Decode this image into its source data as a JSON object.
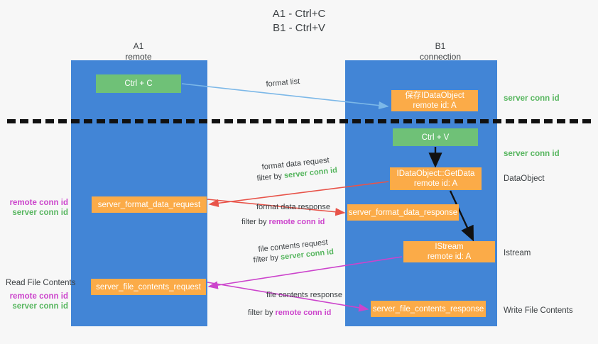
{
  "title": {
    "line1": "A1 - Ctrl+C",
    "line2": "B1 - Ctrl+V"
  },
  "columns": [
    {
      "name": "A1",
      "role": "remote"
    },
    {
      "name": "B1",
      "role": "connection"
    }
  ],
  "colors": {
    "lifeline_band": "#4285d6",
    "green_box": "#6fc177",
    "orange_box": "#fbab48",
    "server_conn_id": "#57b65f",
    "remote_conn_id": "#cc44cc",
    "arrow_blue": "#7cb8e8",
    "arrow_red": "#e8544a",
    "arrow_magenta": "#cc44cc",
    "arrow_black": "#111111",
    "background": "#f7f7f7"
  },
  "boxes": {
    "ctrl_c": {
      "line1": "Ctrl + C",
      "line2": ""
    },
    "save_dataobject": {
      "line1": "保存IDataObject",
      "line2": "remote id: A"
    },
    "ctrl_v": {
      "line1": "Ctrl + V",
      "line2": ""
    },
    "getdata": {
      "line1": "IDataObject::GetData",
      "line2": "remote id: A"
    },
    "server_format_data_request": {
      "line1": "server_format_data_request",
      "line2": ""
    },
    "server_format_data_response": {
      "line1": "server_format_data_response",
      "line2": ""
    },
    "istream": {
      "line1": "IStream",
      "line2": "remote id: A"
    },
    "server_file_contents_request": {
      "line1": "server_file_contents_request",
      "line2": ""
    },
    "server_file_contents_response": {
      "line1": "server_file_contents_response",
      "line2": ""
    }
  },
  "side_labels": {
    "server_conn_id_top": "server conn id",
    "server_conn_id_mid": "server conn id",
    "dataobject": "DataObject",
    "istream": "Istream",
    "write_file_contents": "Write File Contents",
    "read_file_contents": "Read File Contents",
    "remote_conn_id": "remote conn id",
    "server_conn_id": "server conn id"
  },
  "flows": {
    "format_list": "format list",
    "format_data_request": "format data request",
    "format_data_request_filter_prefix": "filter by ",
    "format_data_request_filter_value": "server conn id",
    "format_data_response": "format data response",
    "format_data_response_filter_prefix": "filter by ",
    "format_data_response_filter_value": "remote conn id",
    "file_contents_request": "file contents request",
    "file_contents_request_filter_prefix": "filter by ",
    "file_contents_request_filter_value": "server conn id",
    "file_contents_response": "file contents response",
    "file_contents_response_filter_prefix": "filter by ",
    "file_contents_response_filter_value": "remote conn id"
  }
}
